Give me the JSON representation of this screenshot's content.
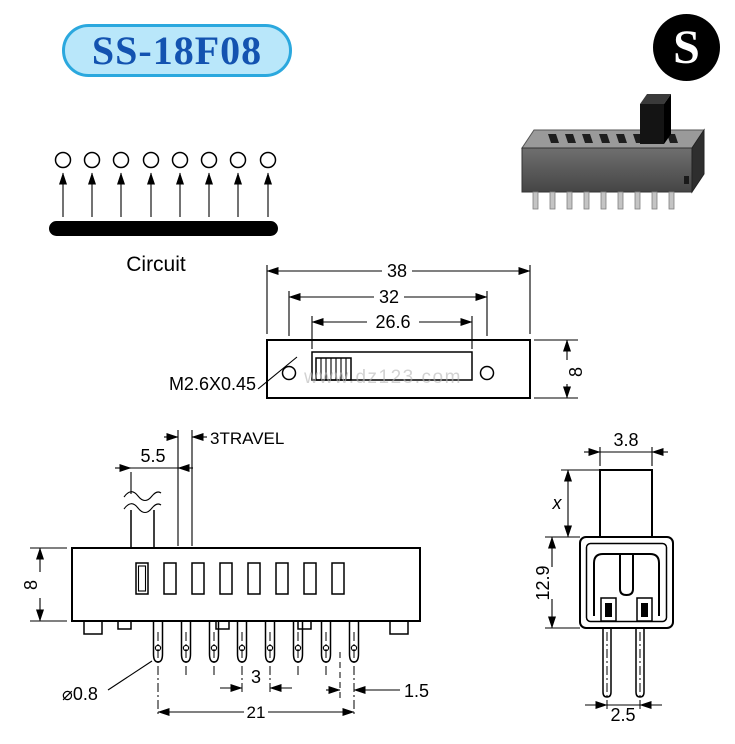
{
  "header": {
    "part_number": "SS-18F08",
    "logo_letter": "S"
  },
  "watermark": "www.dz123.com",
  "circuit": {
    "label": "Circuit"
  },
  "top_view": {
    "dim_width_outer": "38",
    "dim_width_holes": "32",
    "dim_slot": "26.6",
    "thread_spec": "M2.6X0.45",
    "dim_height": "8"
  },
  "front_view": {
    "travel": "3TRAVEL",
    "dim_knob": "5.5",
    "dim_body_height": "8",
    "dim_pin_dia": "⌀0.8",
    "dim_pitch": "3",
    "dim_span": "21",
    "dim_end": "1.5"
  },
  "side_view": {
    "dim_knob_width": "3.8",
    "dim_knob_height": "x",
    "dim_body_height": "12.9",
    "dim_pin_pitch": "2.5"
  },
  "colors": {
    "badge_bg": "#b9e7fa",
    "badge_border": "#2ba8de",
    "badge_text": "#1353b0",
    "logo_bg": "#000000",
    "logo_text": "#ffffff",
    "line": "#000000",
    "watermark": "#b5b5b5"
  }
}
